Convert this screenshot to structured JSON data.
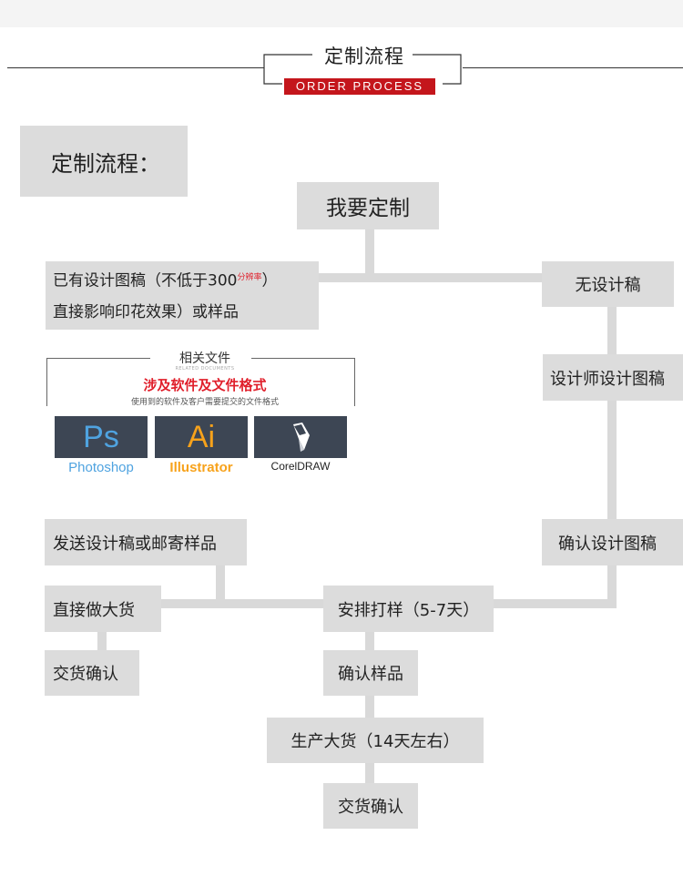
{
  "header": {
    "title_cn": "定制流程",
    "title_en": "ORDER PROCESS"
  },
  "section_label": "定制流程：",
  "flow": {
    "start": "我要定制",
    "has_design_line1": "已有设计图稿（不低于300",
    "has_design_superscript": "分辨率",
    "has_design_paren": "）",
    "has_design_line2": "直接影响印花效果）或样品",
    "no_design": "无设计稿",
    "designer": "设计师设计图稿",
    "send_design": "发送设计稿或邮寄样品",
    "confirm_design": "确认设计图稿",
    "direct_bulk": "直接做大货",
    "arrange_sample": "安排打样（5-7天）",
    "deliver_left": "交货确认",
    "confirm_sample": "确认样品",
    "production": "生产大货（14天左右）",
    "deliver_center": "交货确认"
  },
  "related_files": {
    "heading": "相关文件",
    "subheading": "RELATED DOCUMENTS",
    "red_title": "涉及软件及文件格式",
    "note": "使用到的软件及客户需要提交的文件格式"
  },
  "software": [
    {
      "icon_text": "Ps",
      "label": "Photoshop",
      "icon_color": "#4fa3e0",
      "label_color": "#4fa3e0"
    },
    {
      "icon_text": "Ai",
      "label": "Illustrator",
      "icon_color": "#f7a21b",
      "label_color": "#f7a21b"
    },
    {
      "icon_text": "",
      "label": "CorelDRAW",
      "icon_color": "#ffffff",
      "label_color": "#222222"
    }
  ],
  "colors": {
    "box_fill": "#dcdcdc",
    "connector": "#d9d9d9",
    "accent_red": "#c4161c",
    "tile_bg": "#3d4654"
  }
}
